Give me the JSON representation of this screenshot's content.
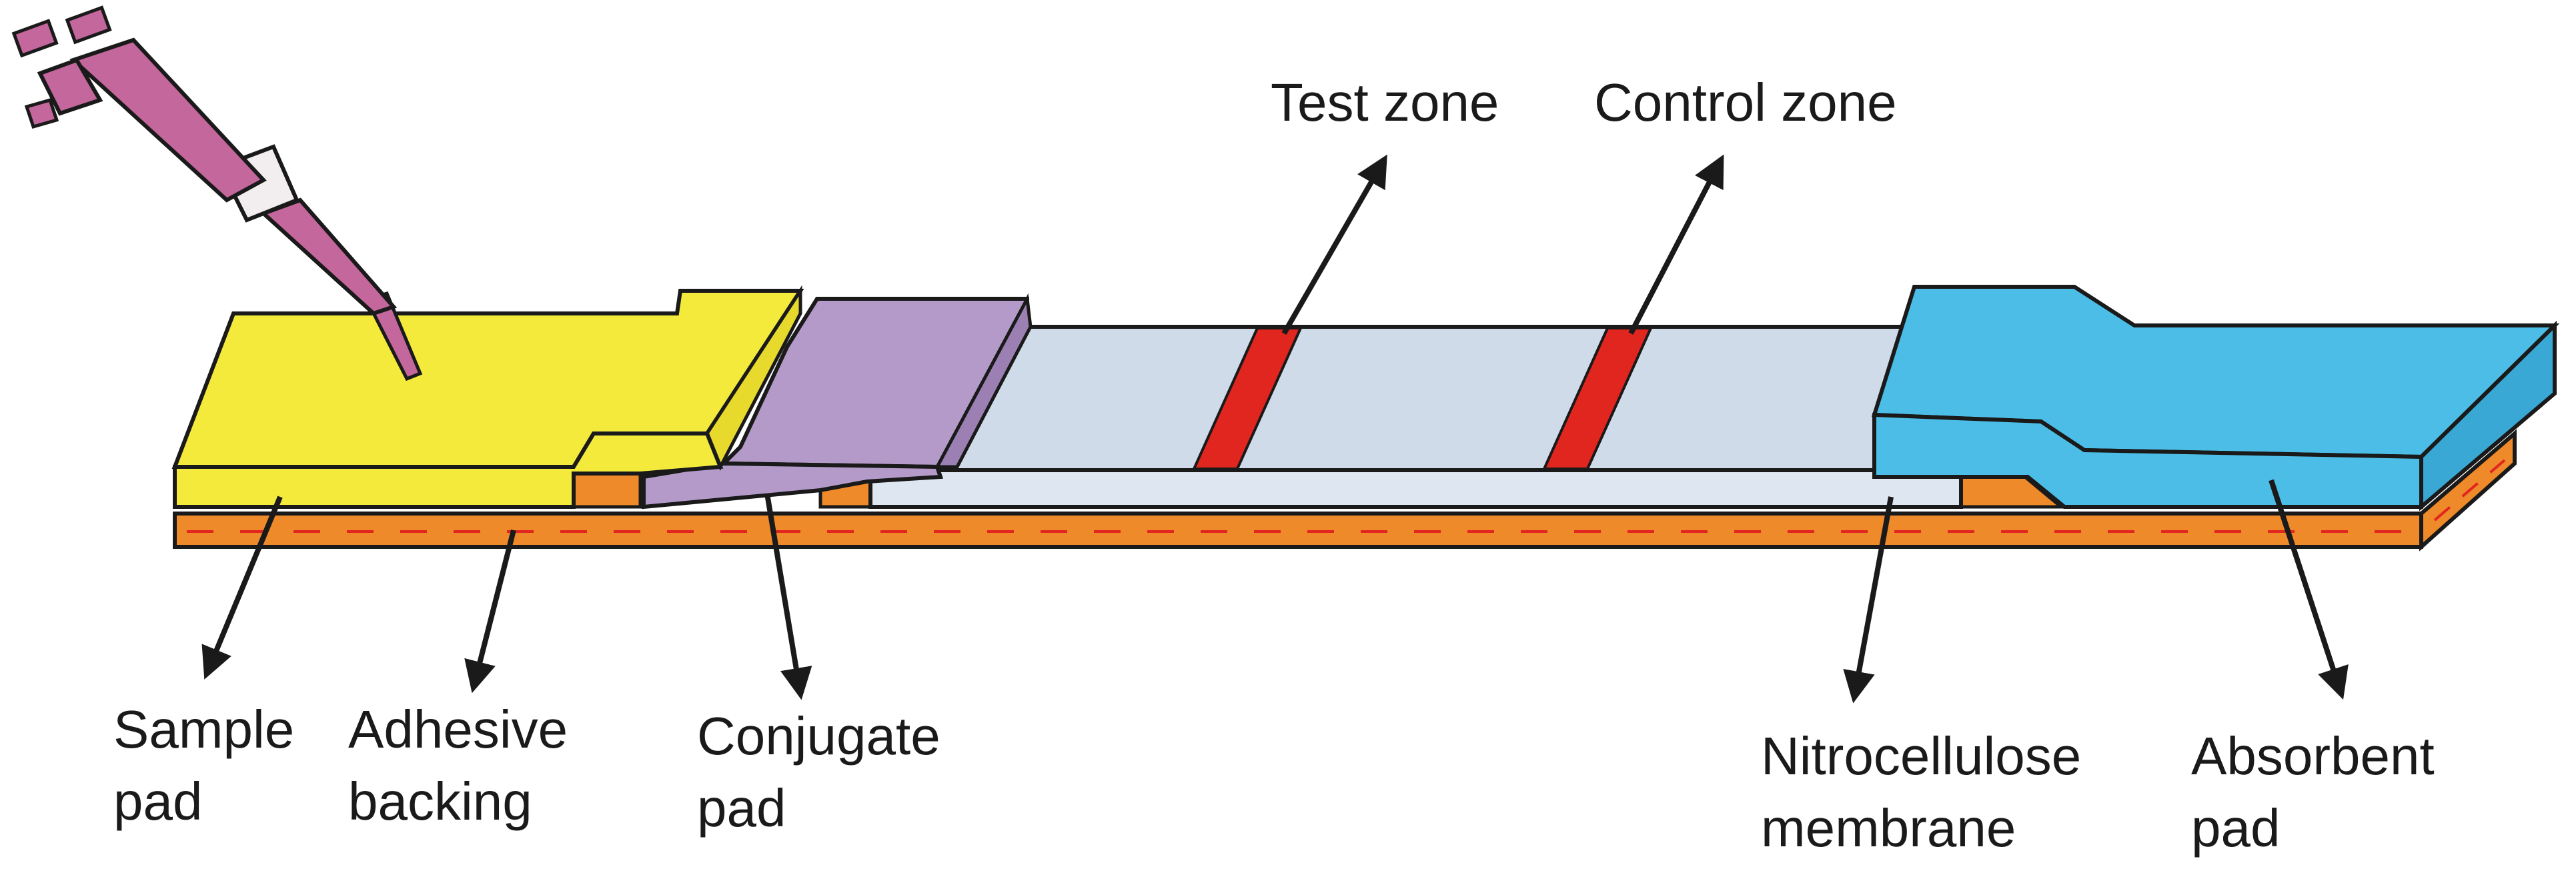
{
  "labels": {
    "test_zone": "Test zone",
    "control_zone": "Control zone",
    "sample_pad": [
      "Sample",
      "pad"
    ],
    "adhesive_backing": [
      "Adhesive",
      "backing"
    ],
    "conjugate_pad": [
      "Conjugate",
      "pad"
    ],
    "nitrocellulose_membrane": [
      "Nitrocellulose",
      "membrane"
    ],
    "absorbent_pad": [
      "Absorbent",
      "pad"
    ]
  },
  "colors": {
    "sample_pad": "#f3ea3c",
    "adhesive_backing": "#ef8a2b",
    "conjugate_pad": "#b39ac8",
    "membrane": "#cfdbe8",
    "lines": "#e1251f",
    "absorbent_pad": "#4cbde6",
    "pipette": "#c4679c",
    "outline": "#1a1a1a"
  },
  "icons": {
    "pipette": "pipette-icon"
  }
}
